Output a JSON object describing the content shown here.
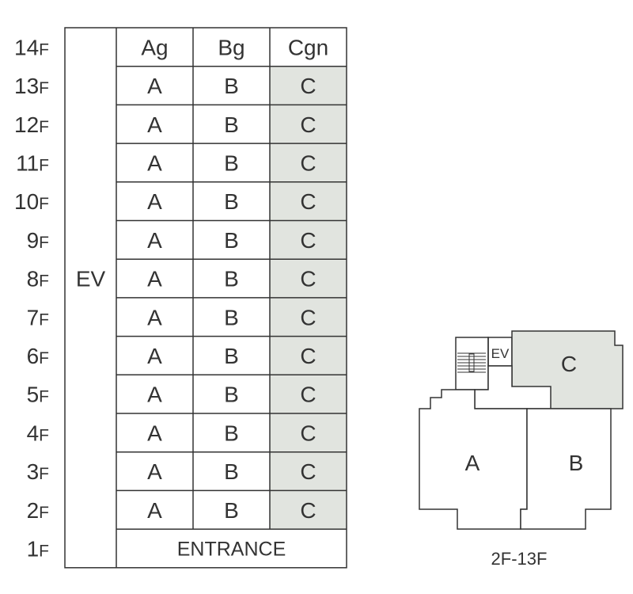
{
  "colors": {
    "line": "#333333",
    "text": "#333333",
    "highlight": "#e1e4df",
    "background": "#ffffff"
  },
  "floor_labels": [
    "14F",
    "13F",
    "12F",
    "11F",
    "10F",
    "9F",
    "8F",
    "7F",
    "6F",
    "5F",
    "4F",
    "3F",
    "2F",
    "1F"
  ],
  "elevator_label": "EV",
  "header_row": [
    "Ag",
    "Bg",
    "Cgn"
  ],
  "unit_row": [
    "A",
    "B",
    "C"
  ],
  "entrance_label": "ENTRANCE",
  "highlighted_unit": "C",
  "plan": {
    "ev_label": "EV",
    "unit_a_label": "A",
    "unit_b_label": "B",
    "unit_c_label": "C",
    "caption": "2F-13F"
  }
}
